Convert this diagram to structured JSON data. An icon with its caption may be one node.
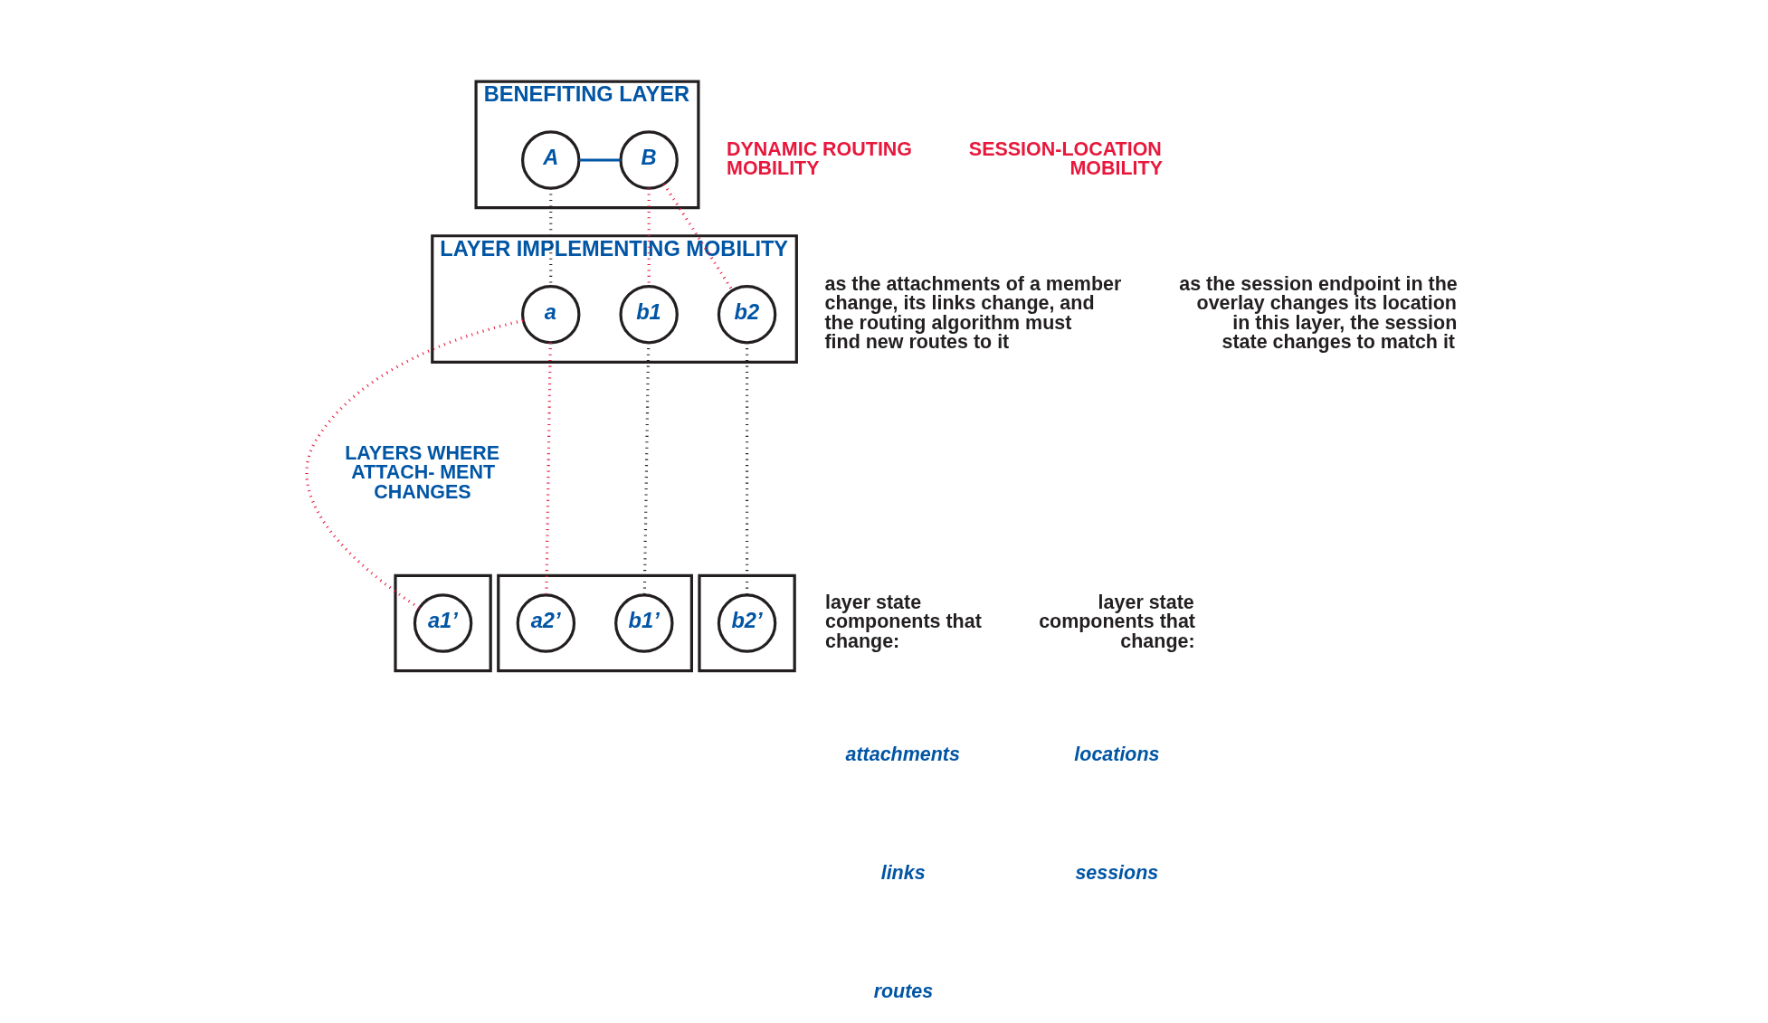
{
  "diagram": {
    "nodes": [
      {
        "text": [
          "BENEFITING LAYER"
        ]
      },
      {
        "text": [
          "A"
        ],
        "in": 0
      },
      {
        "text": [
          "B"
        ],
        "in": 0
      },
      {
        "text": [
          "LAYER IMPLEMENTING MOBILITY"
        ]
      },
      {
        "text": [
          "a"
        ],
        "in": 3
      },
      {
        "text": [
          "b1"
        ],
        "in": 3
      },
      {
        "text": [
          "b2"
        ],
        "in": 3
      },
      {
        "text": [],
        "shape": "box"
      },
      {
        "text": [
          "a1’"
        ],
        "in": 7
      },
      {
        "text": [],
        "shape": "box"
      },
      {
        "text": [
          "a2’"
        ],
        "in": 9
      },
      {
        "text": [
          "b1’"
        ],
        "in": 9
      },
      {
        "text": [],
        "shape": "box"
      },
      {
        "text": [
          "b2’"
        ],
        "in": 12
      }
    ],
    "edges": [
      {
        "from": 1,
        "to": 2,
        "arrow": "none",
        "color": "#0055a5"
      },
      {
        "from": 1,
        "to": 4,
        "arrow": "none",
        "style": "dashed",
        "color": "#231f20"
      },
      {
        "from": 2,
        "to": 5,
        "arrow": "none",
        "style": "dashed",
        "color": "#e8173c"
      },
      {
        "from": 2,
        "to": 6,
        "arrow": "none",
        "style": "dashed",
        "color": "#e8173c"
      },
      {
        "from": 4,
        "to": 8,
        "arrow": "none",
        "style": "dashed",
        "color": "#e8173c"
      },
      {
        "from": 4,
        "to": 10,
        "arrow": "none",
        "style": "dashed",
        "color": "#e8173c"
      },
      {
        "from": 5,
        "to": 11,
        "arrow": "none",
        "style": "dashed",
        "color": "#231f20"
      },
      {
        "from": 6,
        "to": 13,
        "arrow": "none",
        "style": "dashed",
        "color": "#231f20"
      }
    ],
    "labels": [
      "DYNAMIC ROUTING MOBILITY",
      "SESSION-LOCATION MOBILITY",
      "as the attachments of a member change, its links change, and the routing algorithm must find new routes to it",
      "as the session endpoint in the overlay changes its location in this layer, the session state changes to match it",
      "LAYERS WHERE ATTACH- MENT CHANGES",
      "layer state components that change:",
      "attachments",
      "links",
      "routes",
      "layer state components that change:",
      "locations",
      "sessions"
    ]
  }
}
